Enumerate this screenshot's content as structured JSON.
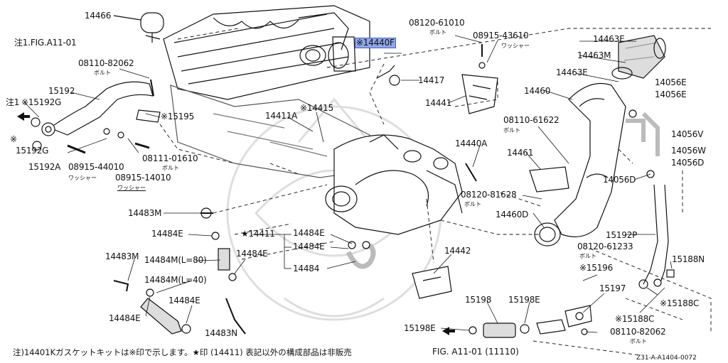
{
  "colors": {
    "ink": "#111111",
    "highlight": "#8fa6e8",
    "watermark": "#d9d9d9"
  },
  "header_note": "注1.FIG.A11-01",
  "left_note": "注1",
  "arrow_left_1": "arrow-left-icon",
  "labels": [
    {
      "id": "l14466",
      "text": "14466"
    },
    {
      "id": "l08110_82062a",
      "text": "08110-82062"
    },
    {
      "id": "l15192",
      "text": "15192"
    },
    {
      "id": "l15192G",
      "text": "※15192G"
    },
    {
      "id": "l15192G2",
      "text": "※"
    },
    {
      "id": "l15192G3",
      "text": "15192G"
    },
    {
      "id": "l15192A",
      "text": "15192A"
    },
    {
      "id": "l08915_44010",
      "text": "08915-44010"
    },
    {
      "id": "l08915_14010",
      "text": "08915-14010"
    },
    {
      "id": "l08111_01610",
      "text": "08111-01610"
    },
    {
      "id": "l15195",
      "text": "※15195"
    },
    {
      "id": "l14411A",
      "text": "14411A"
    },
    {
      "id": "l14415",
      "text": "※14415"
    },
    {
      "id": "l14440F",
      "text": "※14440F"
    },
    {
      "id": "l08120_61010",
      "text": "08120-61010"
    },
    {
      "id": "l08915_43610",
      "text": "08915-43610"
    },
    {
      "id": "l14417",
      "text": "14417"
    },
    {
      "id": "l14441",
      "text": "14441"
    },
    {
      "id": "l14440A",
      "text": "14440A"
    },
    {
      "id": "l14463E1",
      "text": "14463E"
    },
    {
      "id": "l14463M",
      "text": "14463M"
    },
    {
      "id": "l14463E2",
      "text": "14463E"
    },
    {
      "id": "l14460",
      "text": "14460"
    },
    {
      "id": "l14056E1",
      "text": "14056E"
    },
    {
      "id": "l14056E2",
      "text": "14056E"
    },
    {
      "id": "l14056V",
      "text": "14056V"
    },
    {
      "id": "l14056W",
      "text": "14056W"
    },
    {
      "id": "l14056D1",
      "text": "14056D"
    },
    {
      "id": "l14056D2",
      "text": "14056D"
    },
    {
      "id": "l08110_61622",
      "text": "08110-61622"
    },
    {
      "id": "l14461",
      "text": "14461"
    },
    {
      "id": "l08120_81628",
      "text": "08120-81628"
    },
    {
      "id": "l14460D",
      "text": "14460D"
    },
    {
      "id": "l15192P",
      "text": "15192P"
    },
    {
      "id": "l08120_61233",
      "text": "08120-61233"
    },
    {
      "id": "l15188N",
      "text": "15188N"
    },
    {
      "id": "l15196",
      "text": "※15196"
    },
    {
      "id": "l15197",
      "text": "15197"
    },
    {
      "id": "l15188C1",
      "text": "※15188C"
    },
    {
      "id": "l15188C2",
      "text": "※15188C"
    },
    {
      "id": "l08110_82062b",
      "text": "08110-82062"
    },
    {
      "id": "l14483M1",
      "text": "14483M"
    },
    {
      "id": "l14484E1",
      "text": "14484E"
    },
    {
      "id": "l14411",
      "text": "★14411"
    },
    {
      "id": "l14484E2",
      "text": "14484E"
    },
    {
      "id": "l14484E3",
      "text": "14484E"
    },
    {
      "id": "l14484",
      "text": "14484"
    },
    {
      "id": "l14483M2",
      "text": "14483M"
    },
    {
      "id": "l14484M80",
      "text": "14484M(L=80)"
    },
    {
      "id": "l14484E4",
      "text": "14484E"
    },
    {
      "id": "l14484M40",
      "text": "14484M(L=40)"
    },
    {
      "id": "l14484E5",
      "text": "14484E"
    },
    {
      "id": "l14484E6",
      "text": "14484E"
    },
    {
      "id": "l14483N",
      "text": "14483N"
    },
    {
      "id": "l14442",
      "text": "14442"
    },
    {
      "id": "l15198",
      "text": "15198"
    },
    {
      "id": "l15198E1",
      "text": "15198E"
    },
    {
      "id": "l15198E2",
      "text": "15198E"
    }
  ],
  "small_labels": [
    {
      "id": "s1",
      "text": "ボルト"
    },
    {
      "id": "s2",
      "text": "ボルト"
    },
    {
      "id": "s3",
      "text": "ワッシャー"
    },
    {
      "id": "s4",
      "text": "ボルト"
    },
    {
      "id": "s5",
      "text": "ワッシャー"
    },
    {
      "id": "s6",
      "text": "ワッシャー"
    },
    {
      "id": "s7",
      "text": "ボルト"
    },
    {
      "id": "s8",
      "text": "ボルト"
    },
    {
      "id": "s9",
      "text": "ボルト"
    },
    {
      "id": "s10",
      "text": "ボルト"
    }
  ],
  "footer_note": "注)14401Kガスケットキットは※印で示します。★印 (14411) 表記以外の構成部品は非販売",
  "figure_caption": "FIG. A11-01 (11110)",
  "drawing_code": "Z31-A-A1404-0072"
}
